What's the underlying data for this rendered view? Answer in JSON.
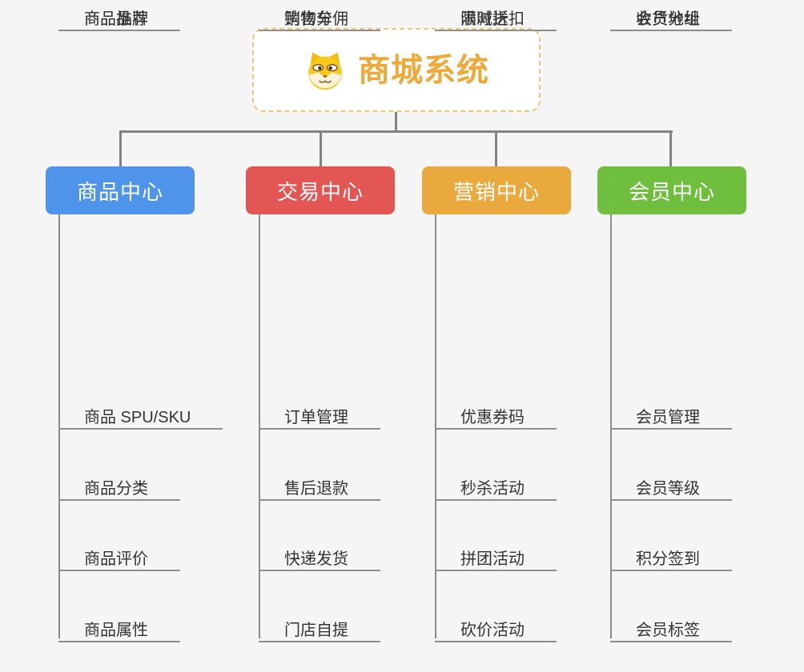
{
  "root": {
    "title": "商城系统",
    "icon": "dog-face"
  },
  "branches": [
    {
      "id": "product-center",
      "label": "商品中心",
      "color": "#4D94EA",
      "items": [
        "商品 SPU/SKU",
        "商品分类",
        "商品评价",
        "商品属性",
        "商品推荐",
        "商品品牌"
      ]
    },
    {
      "id": "trade-center",
      "label": "交易中心",
      "color": "#E25754",
      "items": [
        "订单管理",
        "售后退款",
        "快递发货",
        "门店自提",
        "购物车",
        "销售分佣"
      ]
    },
    {
      "id": "marketing-center",
      "label": "营销中心",
      "color": "#EAA93D",
      "items": [
        "优惠券码",
        "秒杀活动",
        "拼团活动",
        "砍价活动",
        "限时折扣",
        "满减送"
      ]
    },
    {
      "id": "member-center",
      "label": "会员中心",
      "color": "#6FBE3E",
      "items": [
        "会员管理",
        "会员等级",
        "积分签到",
        "会员标签",
        "会员分组",
        "收货地址"
      ]
    }
  ],
  "colors": {
    "background": "#F5F5F6",
    "connector": "#828282",
    "leaf_underline": "#8E8E8E",
    "leaf_text": "#333333",
    "root_title": "#EFA937",
    "root_border": "#F6C376"
  }
}
